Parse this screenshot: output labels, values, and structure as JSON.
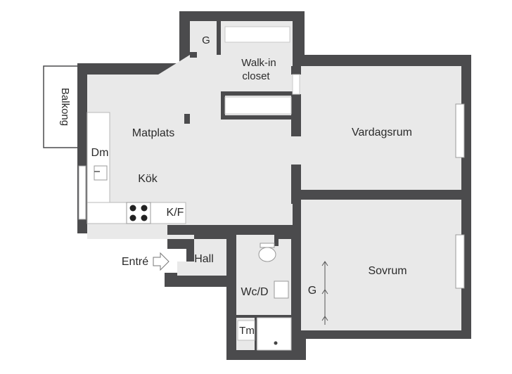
{
  "plan": {
    "rooms": {
      "balkong": "Balkong",
      "g_top": "G",
      "walk_in": [
        "Walk-in",
        "closet"
      ],
      "matplats": "Matplats",
      "dm": "Dm",
      "kok": "Kök",
      "kf": "K/F",
      "vardagsrum": "Vardagsrum",
      "hall": "Hall",
      "entre": "Entré",
      "wcd": "Wc/D",
      "g_bedroom": "G",
      "sovrum": "Sovrum",
      "tm": "Tm"
    },
    "colors": {
      "wall": "#4b4b4d",
      "floor": "#e9e9e9",
      "background": "#ffffff",
      "text": "#2b2b2b"
    }
  }
}
